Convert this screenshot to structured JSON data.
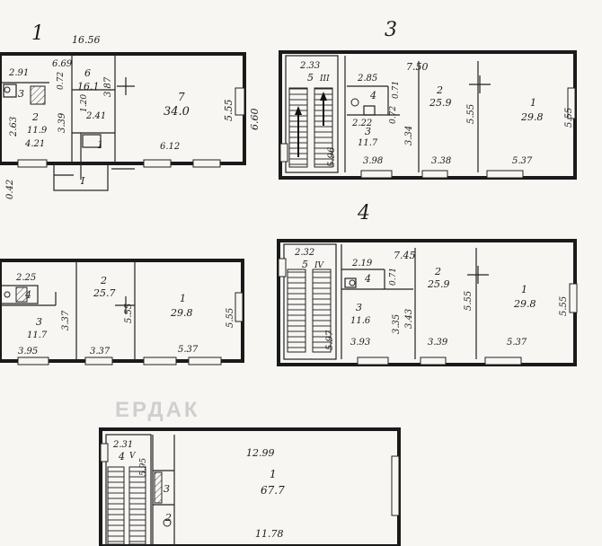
{
  "plans": [
    {
      "id": "floor-1",
      "floor_label": "1",
      "dims": [
        "16.56",
        "6.69",
        "3.87",
        "5.55",
        "6.60",
        "6.12",
        "2.41",
        "3.39",
        "2.63",
        "4.21",
        "0.42",
        "0.72",
        "1.20"
      ],
      "rooms": [
        {
          "num": "1",
          "area": ""
        },
        {
          "num": "2",
          "area": "11.9"
        },
        {
          "num": "3",
          "area": "2.91"
        },
        {
          "num": "6",
          "area": "16.1"
        },
        {
          "num": "7",
          "area": "34.0"
        }
      ],
      "stair": "I"
    },
    {
      "id": "floor-3",
      "floor_label": "3",
      "dims": [
        "2.33",
        "2.85",
        "7.50",
        "0.71",
        "0.72",
        "5.55",
        "5.55",
        "2.22",
        "3.34",
        "5.96",
        "3.98",
        "3.38",
        "5.37"
      ],
      "rooms": [
        {
          "num": "1",
          "area": "29.8"
        },
        {
          "num": "2",
          "area": "25.9"
        },
        {
          "num": "3",
          "area": "11.7"
        },
        {
          "num": "4",
          "area": ""
        },
        {
          "num": "5",
          "area": ""
        }
      ],
      "stair": "III"
    },
    {
      "id": "floor-2",
      "floor_label": "",
      "dims": [
        "2.25",
        "3.37",
        "5.55",
        "5.55",
        "3.95",
        "3.37",
        "5.37"
      ],
      "rooms": [
        {
          "num": "1",
          "area": "29.8"
        },
        {
          "num": "2",
          "area": "25.7"
        },
        {
          "num": "3",
          "area": "11.7"
        },
        {
          "num": "4",
          "area": ""
        }
      ],
      "stair": ""
    },
    {
      "id": "floor-4",
      "floor_label": "4",
      "dims": [
        "2.32",
        "2.19",
        "7.45",
        "0.71",
        "3.35",
        "3.43",
        "5.55",
        "5.55",
        "5.97",
        "3.93",
        "3.39",
        "5.37"
      ],
      "rooms": [
        {
          "num": "1",
          "area": "29.8"
        },
        {
          "num": "2",
          "area": "25.9"
        },
        {
          "num": "3",
          "area": "11.6"
        },
        {
          "num": "4",
          "area": ""
        },
        {
          "num": "5",
          "area": ""
        }
      ],
      "stair": "IV"
    },
    {
      "id": "attic",
      "floor_label": "",
      "dims": [
        "2.31",
        "5.95",
        "12.99",
        "11.78"
      ],
      "rooms": [
        {
          "num": "1",
          "area": "67.7"
        },
        {
          "num": "2",
          "area": ""
        },
        {
          "num": "3",
          "area": ""
        },
        {
          "num": "4",
          "area": ""
        }
      ],
      "stair": "V"
    }
  ],
  "attic_stamp": "ЕРДАК"
}
